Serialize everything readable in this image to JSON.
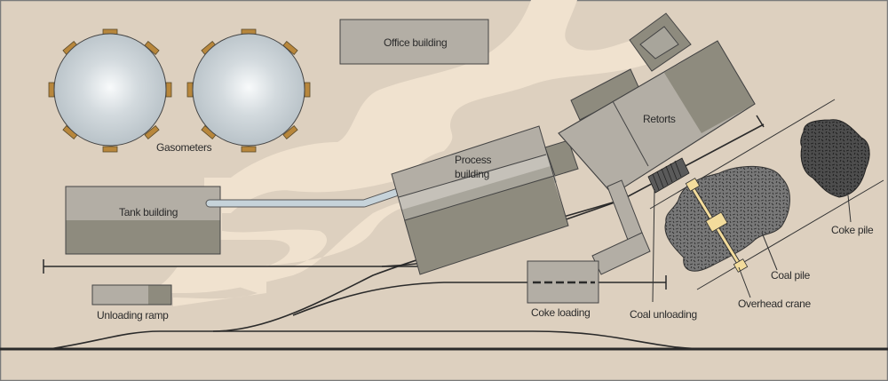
{
  "diagram": {
    "type": "site plan",
    "colors": {
      "ground": "#ddd0bf",
      "path": "#f0e2cf",
      "building_light": "#b3aea5",
      "building_dark": "#8e8b7e",
      "gasometer_edge": "#c0c9cf",
      "gasometer_center": "#f6f8f9",
      "bracket": "#b8873c",
      "pile_coal": "#6e6e6e",
      "pile_coke": "#4a4a4a",
      "crane": "#f3dc9c",
      "track": "#2a2a2a"
    },
    "labels": {
      "gasometers": "Gasometers",
      "office": "Office building",
      "retorts": "Retorts",
      "process_line1": "Process",
      "process_line2": "building",
      "tank": "Tank building",
      "unloading_ramp": "Unloading ramp",
      "coke_loading": "Coke loading",
      "coal_unloading": "Coal unloading",
      "overhead_crane": "Overhead crane",
      "coal_pile": "Coal pile",
      "coke_pile": "Coke pile"
    }
  }
}
